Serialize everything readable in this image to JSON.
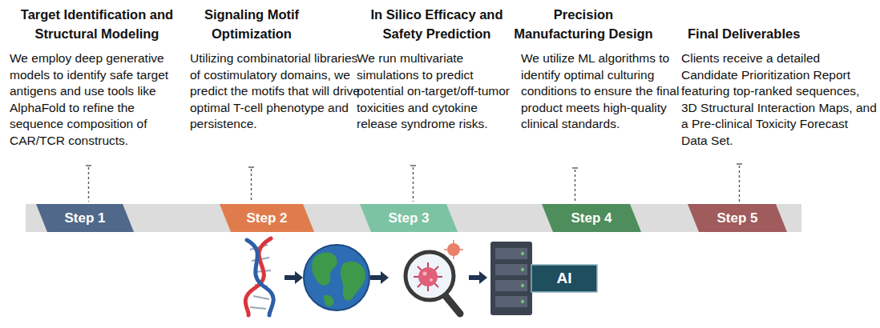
{
  "diagram": {
    "nodes": [
      {
        "text": [
          "Step 1"
        ]
      },
      {
        "text": [
          "Step 2"
        ]
      },
      {
        "text": [
          "Step 3"
        ]
      },
      {
        "text": [
          "Step 4"
        ]
      },
      {
        "text": [
          "Step 5"
        ]
      },
      {
        "text": [
          "AI"
        ]
      }
    ],
    "labels": [
      "Target Identification and Structural Modeling",
      "We employ deep generative models to identify safe target antigens and use tools like AlphaFold to refine the sequence composition of CAR/TCR constructs.",
      "Signaling Motif Optimization",
      "Utilizing combinatorial libraries of costimulatory domains, we predict the motifs that will drive optimal T-cell phenotype and persistence.",
      "In Silico Efficacy and Safety Prediction",
      "We run multivariate simulations to predict potential on-target/off-tumor toxicities and cytokine release syndrome risks.",
      "Precision Manufacturing Design",
      "We utilize ML algorithms to identify optimal culturing conditions to ensure the final product meets high-quality clinical standards.",
      "Final Deliverables",
      "Clients receive a detailed Candidate Prioritization Report featuring top-ranked sequences, 3D Structural Interaction Maps, and a Pre-clinical Toxicity Forecast Data Set."
    ]
  }
}
